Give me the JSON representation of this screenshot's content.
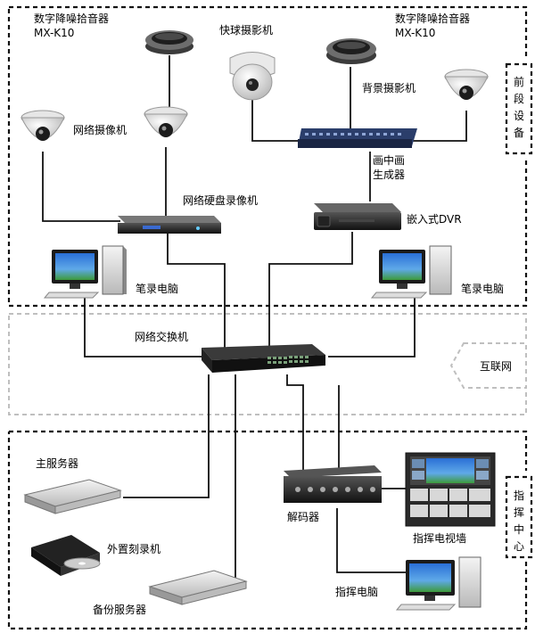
{
  "zones": {
    "front": "前段设备",
    "internet": "互联网",
    "command": "指挥中心"
  },
  "labels": {
    "mic_left": "数字降噪拾音器",
    "mic_left_model": "MX-K10",
    "mic_right": "数字降噪拾音器",
    "mic_right_model": "MX-K10",
    "speed_dome": "快球摄影机",
    "bg_camera": "背景摄影机",
    "network_camera": "网络摄像机",
    "nvr": "网络硬盘录像机",
    "pip_1": "画中画",
    "pip_2": "生成器",
    "dvr": "嵌入式DVR",
    "pc_left": "笔录电脑",
    "pc_right": "笔录电脑",
    "switch": "网络交换机",
    "main_server": "主服务器",
    "burner": "外置刻录机",
    "backup_server": "备份服务器",
    "decoder": "解码器",
    "tv_wall": "指挥电视墙",
    "command_pc": "指挥电脑"
  }
}
